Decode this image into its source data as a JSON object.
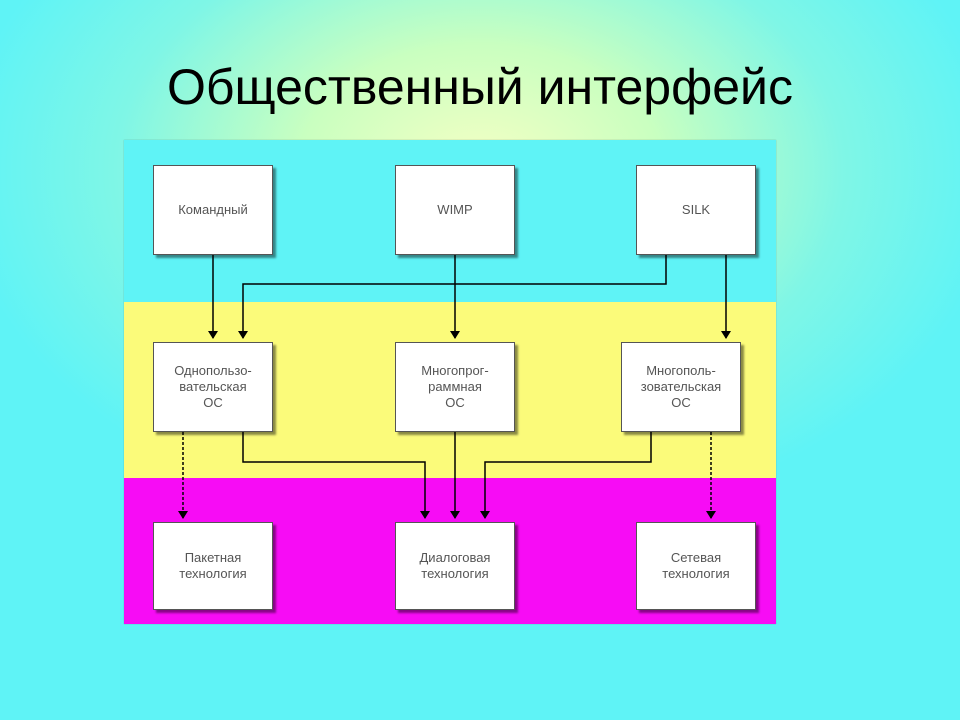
{
  "slide": {
    "title": "Общественный интерфейс"
  },
  "bands": [
    {
      "name": "interfaces",
      "color": "#5ff3f6"
    },
    {
      "name": "os",
      "color": "#fbfb7a"
    },
    {
      "name": "technologies",
      "color": "#f70cf5"
    }
  ],
  "nodes": {
    "komandny": "Командный",
    "wimp": "WIMP",
    "silk": "SILK",
    "single_user_os": "Однопользо-\nвательская\nОС",
    "multiprog_os": "Многопрог-\nраммная\nОС",
    "multi_user_os": "Многополь-\nзовательская\nОС",
    "batch_tech": "Пакетная\nтехнология",
    "dialog_tech": "Диалоговая\nтехнология",
    "network_tech": "Сетевая\nтехнология"
  }
}
